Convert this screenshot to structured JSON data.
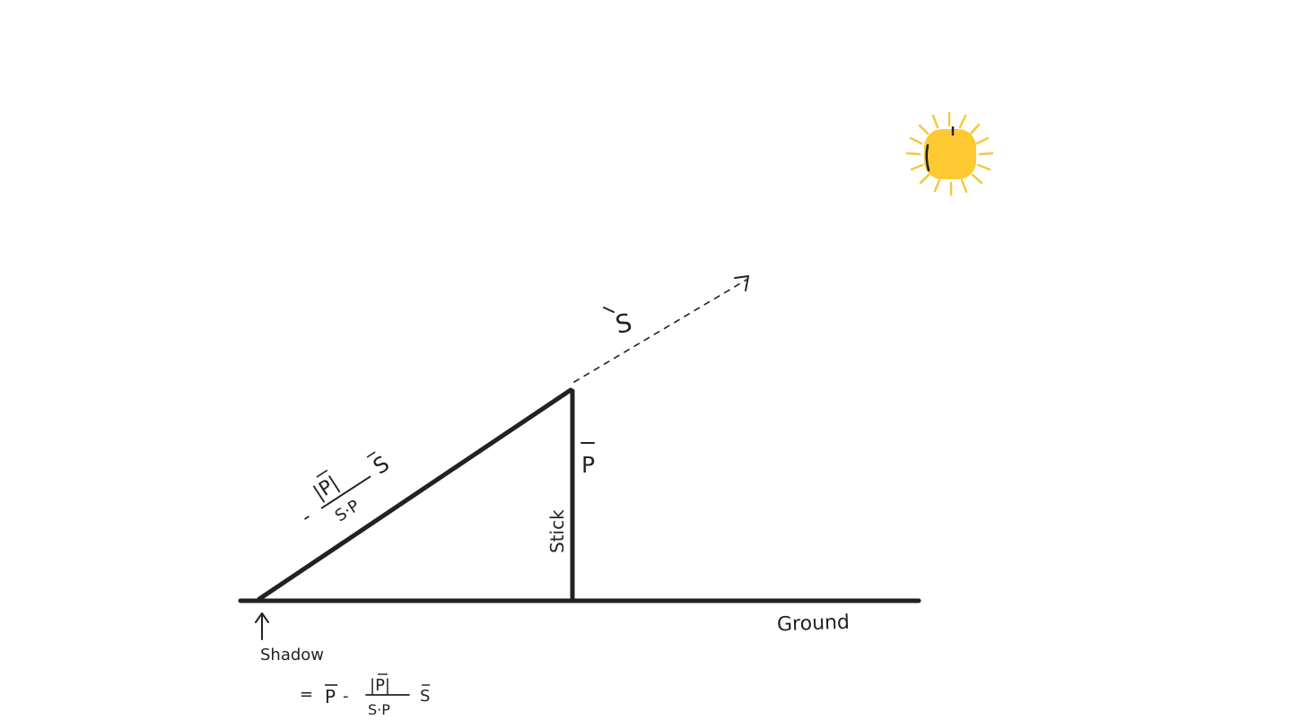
{
  "colors": {
    "ink": "#222222",
    "sun_fill": "#FFC933",
    "sun_rays": "#F6C744"
  },
  "labels": {
    "sun_vector": "S",
    "stick_vector": "P",
    "stick": "Stick",
    "ground": "Ground",
    "shadow": "Shadow",
    "hyp_minus": "-",
    "hyp_numerator": "|P|",
    "hyp_denominator": "S·P",
    "hyp_vector": "S",
    "formula_equals": "=",
    "formula_p": "P",
    "formula_minus": "-",
    "formula_numerator": "|P|",
    "formula_denominator": "S·P",
    "formula_s": "S"
  },
  "icons": {
    "sun": "sun-icon",
    "arrow_up": "up-arrow-icon",
    "dashed_arrow": "dashed-arrow-icon"
  }
}
